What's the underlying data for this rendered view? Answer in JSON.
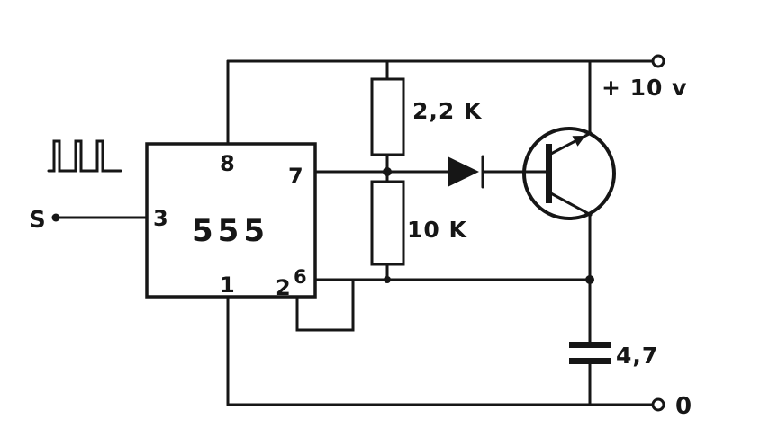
{
  "colors": {
    "ink": "#161616",
    "paper": "#ffffff"
  },
  "ic": {
    "label": "555",
    "pins": {
      "p8": "8",
      "p7": "7",
      "p3": "3",
      "p1": "1",
      "p2": "2",
      "p6": "6"
    }
  },
  "input": {
    "label": "S"
  },
  "resistors": {
    "r1": {
      "label": "2,2 K"
    },
    "r2": {
      "label": "10 K"
    }
  },
  "capacitor": {
    "label": "4,7"
  },
  "rails": {
    "supply": "+ 10 v",
    "ground": "0"
  }
}
